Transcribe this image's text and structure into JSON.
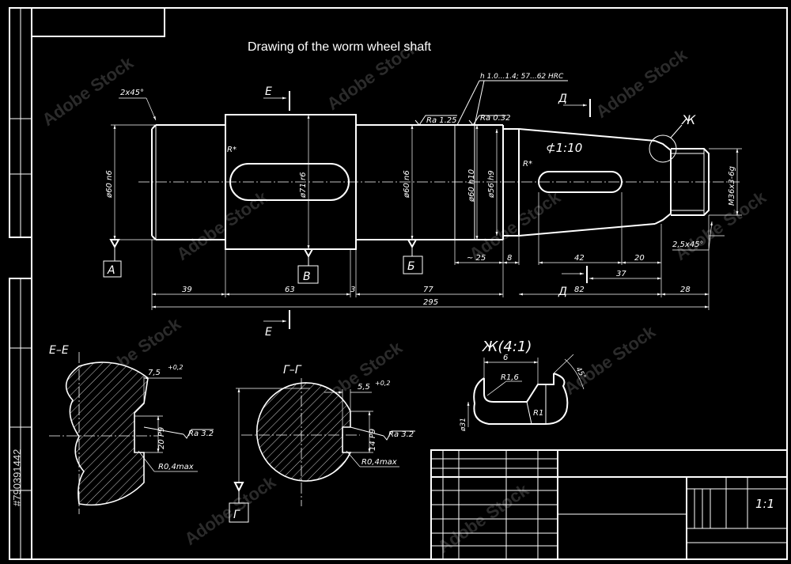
{
  "title": "Drawing of the worm wheel shaft",
  "heat_treatment_note": "h 1.0...1.4;  57...62 HRC",
  "watermark": "Adobe Stock",
  "stock_id": "#790391442",
  "chamfer_left": "2x45°",
  "chamfer_right": "2,5x45°",
  "diameters": {
    "d1": "ø60 n6",
    "d2": "ø71 r6",
    "d3": "ø60 n6",
    "d4": "ø60 h10",
    "d5": "ø56 h9",
    "thread": "M36x3-6g"
  },
  "taper": "⊄1:10",
  "radius_mark": "R*",
  "roughness": {
    "r1": "Ra 1.25",
    "r2": "Ra 0.32",
    "r3": "Ra 3.2",
    "r4": "Ra 3.2"
  },
  "section_letters": {
    "a": "A",
    "v": "В",
    "b": "Б",
    "g": "Г",
    "e": "Е",
    "d": "Д",
    "zh": "Ж"
  },
  "lengths": {
    "l39": "39",
    "l63": "63",
    "l3": "3",
    "l77": "77",
    "l295": "295",
    "l25": "~ 25",
    "l8": "8",
    "l42": "42",
    "l20": "20",
    "l37": "37",
    "l82": "82",
    "l28": "28"
  },
  "section_ee": {
    "title": "Е–Е",
    "width_dim": "7,5",
    "tol": "+0,2",
    "slot": "20 P9",
    "radius": "R0,4max"
  },
  "section_gg": {
    "title": "Г–Г",
    "width_dim": "5,5",
    "tol": "+0,2",
    "slot": "14 P9",
    "radius": "R0,4max"
  },
  "detail_zh": {
    "title": "Ж(4:1)",
    "d6": "6",
    "r16": "R1,6",
    "r1": "R1",
    "angle": "45°",
    "d31": "ø31"
  },
  "scale": "1:1"
}
